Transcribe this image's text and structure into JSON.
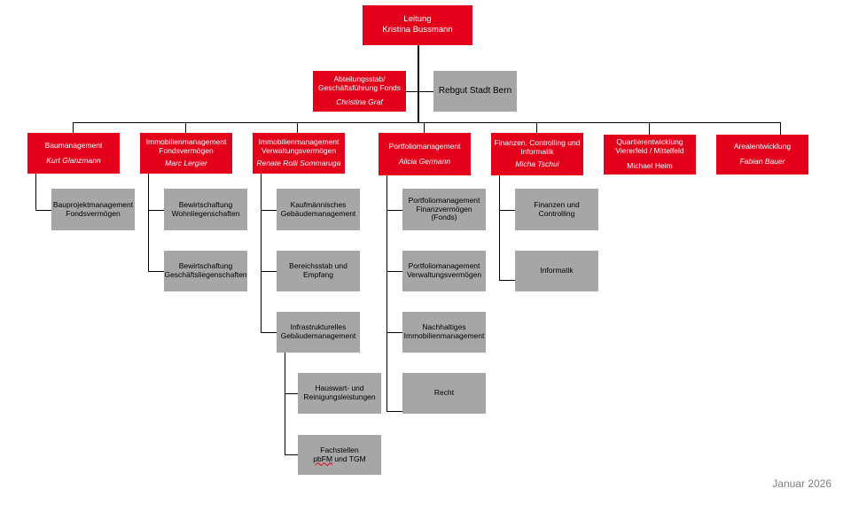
{
  "top": {
    "title": "Leitung",
    "person": "Kristina Bussmann"
  },
  "staff": {
    "title": "Abteilungsstab/\nGeschäftsführung Fonds",
    "person": "Christina Graf"
  },
  "rebgut": {
    "title": "Rebgut Stadt Bern"
  },
  "departments": [
    {
      "title": "Baumanagement",
      "person": "Kurt Glanzmann"
    },
    {
      "title": "Immobilienmanagement\nFondsvermögen",
      "person": "Marc Lergier"
    },
    {
      "title": "Immobilienmanagement\nVerwaltungsvermögen",
      "person": "Renate Rolli Sommaruga"
    },
    {
      "title": "Portfoliomanagement",
      "person": "Alicia Germann"
    },
    {
      "title": "Finanzen, Controlling und\nInformatik",
      "person": "Micha Tschui"
    },
    {
      "title": "Quartierentwicklung\nViererfeld / Mittelfeld",
      "person": "Michael Heim"
    },
    {
      "title": "Arealentwicklung",
      "person": "Fabian Bauer"
    }
  ],
  "units": {
    "bau": [
      "Bauprojektmanagement\nFondsvermögen"
    ],
    "fonds": [
      "Bewirtschaftung\nWohnliegenschaften",
      "Bewirtschaftung\nGeschäftsliegenschaften"
    ],
    "vv": [
      "Kaufmännisches\nGebäudemanagement",
      "Bereichsstab und\nEmpfang",
      "Infrastrukturelles\nGebäudemanagement"
    ],
    "vv_sub": [
      "Hauswart- und\nReinigungsleistungen",
      "Fachstellen",
      "pbFM",
      "und TGM"
    ],
    "pm": [
      "Portfoliomanagement\nFinanzvermögen\n(Fonds)",
      "Portfoliomanagement\nVerwaltungsvermögen",
      "Nachhaltiges\nImmobilienmanagement",
      "Recht"
    ],
    "fci": [
      "Finanzen und Controlling",
      "Informatik"
    ]
  },
  "footer": {
    "date": "Januar 2026"
  }
}
